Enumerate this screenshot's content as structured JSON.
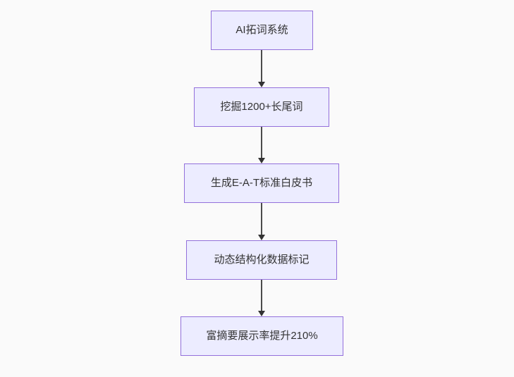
{
  "diagram": {
    "type": "flowchart",
    "direction": "top-down",
    "nodes": [
      {
        "label": "AI拓词系统"
      },
      {
        "label": "挖掘1200+长尾词"
      },
      {
        "label": "生成E-A-T标准白皮书"
      },
      {
        "label": "动态结构化数据标记"
      },
      {
        "label": "富摘要展示率提升210%"
      }
    ],
    "edges": [
      {
        "from": 0,
        "to": 1,
        "style": "solid-arrow"
      },
      {
        "from": 1,
        "to": 2,
        "style": "solid-arrow"
      },
      {
        "from": 2,
        "to": 3,
        "style": "solid-arrow"
      },
      {
        "from": 3,
        "to": 4,
        "style": "solid-arrow"
      }
    ],
    "colors": {
      "node_fill": "#ECECFF",
      "node_border": "#9370DB",
      "edge_line": "#4b4b4b",
      "arrowhead": "#333333",
      "text": "#333333",
      "background": "#fafafa"
    }
  }
}
